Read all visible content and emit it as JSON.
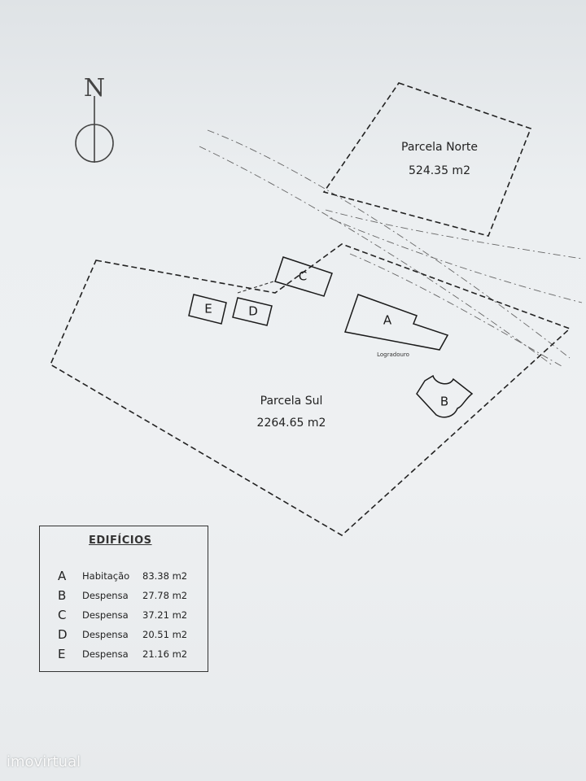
{
  "north": {
    "letter": "N"
  },
  "parcels": [
    {
      "name": "Parcela Norte",
      "area": "524.35 m2"
    },
    {
      "name": "Parcela Sul",
      "area": "2264.65 m2"
    }
  ],
  "buildings": [
    "A",
    "B",
    "C",
    "D",
    "E"
  ],
  "annotations": {
    "logradouro": "Logradouro"
  },
  "legend": {
    "title": "EDIFÍCIOS",
    "rows": [
      {
        "letter": "A",
        "use": "Habitação",
        "area": "83.38 m2"
      },
      {
        "letter": "B",
        "use": "Despensa",
        "area": "27.78 m2"
      },
      {
        "letter": "C",
        "use": "Despensa",
        "area": "37.21 m2"
      },
      {
        "letter": "D",
        "use": "Despensa",
        "area": "20.51 m2"
      },
      {
        "letter": "E",
        "use": "Despensa",
        "area": "21.16 m2"
      }
    ]
  },
  "watermark": "imovirtual"
}
